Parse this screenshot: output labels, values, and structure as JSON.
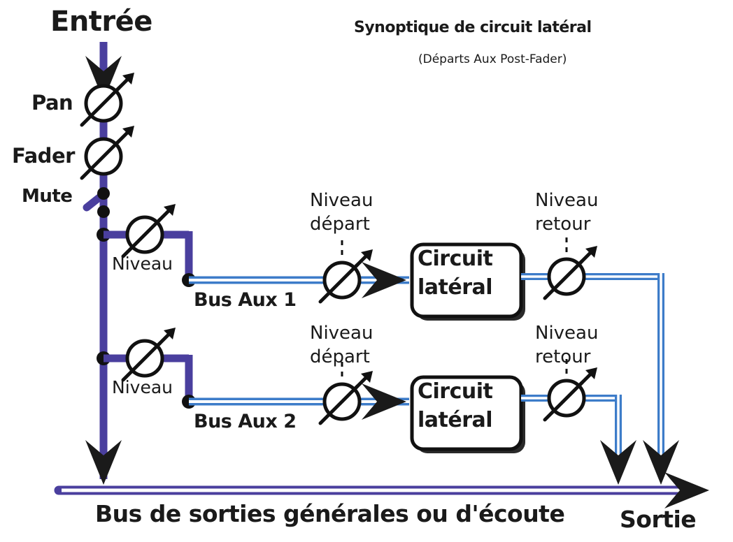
{
  "meta": {
    "kind": "signal-flow-diagram",
    "language": "fr"
  },
  "colors": {
    "background": "#ffffff",
    "ink": "#1a1a1a",
    "main_path_purple": "#4a3f9e",
    "aux_path_blue": "#3d7cc9",
    "line_core_white": "#ffffff"
  },
  "header": {
    "title": "Synoptique de circuit latéral",
    "subtitle": "(Départs Aux Post-Fader)"
  },
  "input": {
    "label": "Entrée"
  },
  "output": {
    "label": "Sortie"
  },
  "channel_strip": {
    "stages": [
      {
        "label": "Pan",
        "type": "knob"
      },
      {
        "label": "Fader",
        "type": "knob"
      },
      {
        "label": "Mute",
        "type": "switch"
      }
    ]
  },
  "aux_sends": [
    {
      "send_level_label": "Niveau",
      "bus_label": "Bus Aux 1",
      "send_knob_label_line1": "Niveau",
      "send_knob_label_line2": "départ",
      "processor_line1": "Circuit",
      "processor_line2": "latéral",
      "return_knob_label_line1": "Niveau",
      "return_knob_label_line2": "retour"
    },
    {
      "send_level_label": "Niveau",
      "bus_label": "Bus Aux 2",
      "send_knob_label_line1": "Niveau",
      "send_knob_label_line2": "départ",
      "processor_line1": "Circuit",
      "processor_line2": "latéral",
      "return_knob_label_line1": "Niveau",
      "return_knob_label_line2": "retour"
    }
  ],
  "main_bus": {
    "label": "Bus de sorties générales ou d'écoute"
  }
}
